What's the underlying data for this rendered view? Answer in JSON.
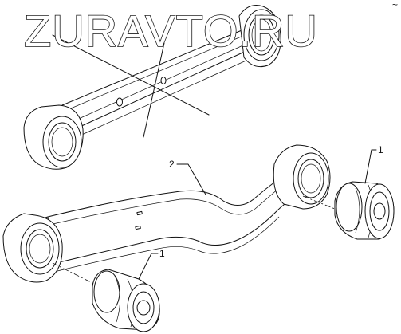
{
  "watermark": "ZURAVTO.RU",
  "corner_mark": "~",
  "callouts": {
    "arm_label": "2",
    "bushing_right_label": "1",
    "bushing_lower_label": "1"
  }
}
